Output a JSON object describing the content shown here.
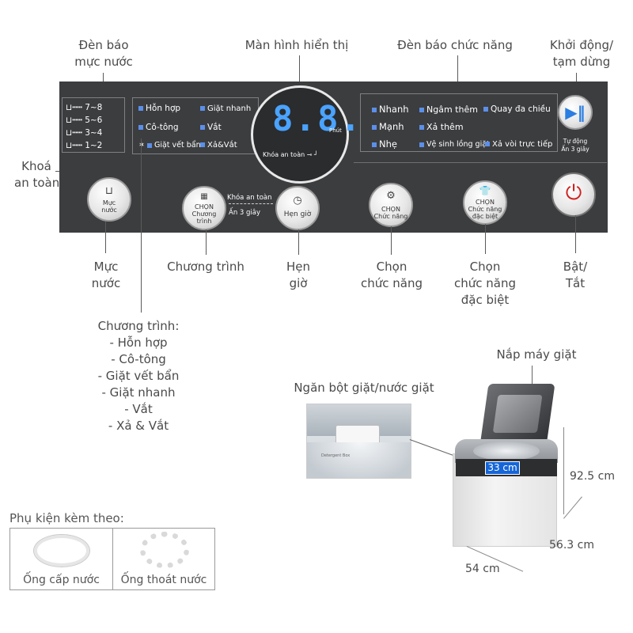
{
  "callouts": {
    "water_level_lights": "Đèn báo\nmực nước",
    "display": "Màn hình hiển thị",
    "function_lights": "Đèn báo chức năng",
    "start_pause": "Khởi động/\ntạm dừng",
    "safety_lock": "Khoá\nan toàn",
    "water_level": "Mực\nnước",
    "program": "Chương trình",
    "timer": "Hẹn\ngiờ",
    "choose_function": "Chọn\nchức năng",
    "choose_special": "Chọn\nchức năng\nđặc biệt",
    "power": "Bật/\nTắt",
    "program_list": "Chương trình:\n- Hỗn hợp\n- Cô-tông\n- Giặt vết bẩn\n- Giặt nhanh\n- Vắt\n- Xả & Vắt",
    "lid": "Nắp máy giặt",
    "detergent_tray": "Ngăn bột giặt/nước giặt"
  },
  "panel": {
    "water_levels": [
      "7~8",
      "5~6",
      "3~4",
      "1~2"
    ],
    "programs": {
      "mix": "Hỗn hợp",
      "quick": "Giặt nhanh",
      "cotton": "Cô-tông",
      "spin": "Vắt",
      "stain": "Giặt vết bẩn",
      "rinse_spin": "Xả&Vắt"
    },
    "display_value": "8.8.",
    "display_unit": "Phút",
    "display_lock": "Khóa an toàn",
    "functions": {
      "fast": "Nhanh",
      "soak_more": "Ngâm thêm",
      "multi_rotation": "Quay đa chiều",
      "strong": "Mạnh",
      "extra_rinse": "Xả thêm",
      "gentle": "Nhẹ",
      "clean_tub": "Vệ sinh lồng giặt",
      "direct_tap": "Xả vòi trực tiếp"
    },
    "auto_text": "Tự động\nẤn 3 giây",
    "lock_hint_a": "Khóa an toàn",
    "lock_hint_b": "Ấn 3 giây",
    "buttons": {
      "water": "Mực\nnước",
      "program": "CHỌN\nChương\ntrình",
      "timer": "Hẹn giờ",
      "function": "CHỌN\nChức năng",
      "special": "CHỌN\nChức năng\nđặc biệt"
    }
  },
  "product": {
    "drum_size": "33 cm",
    "height": "92.5 cm",
    "depth": "56.3 cm",
    "width": "54 cm",
    "tray_text": "Detergent Box"
  },
  "accessories": {
    "title": "Phụ kiện kèm theo:",
    "inlet_hose": "Ống cấp nước",
    "drain_hose": "Ống thoát nước"
  },
  "colors": {
    "panel": "#3c3d3f",
    "digit": "#4aa3ff",
    "indicator": "#5b8fe8",
    "power": "#d02020"
  }
}
